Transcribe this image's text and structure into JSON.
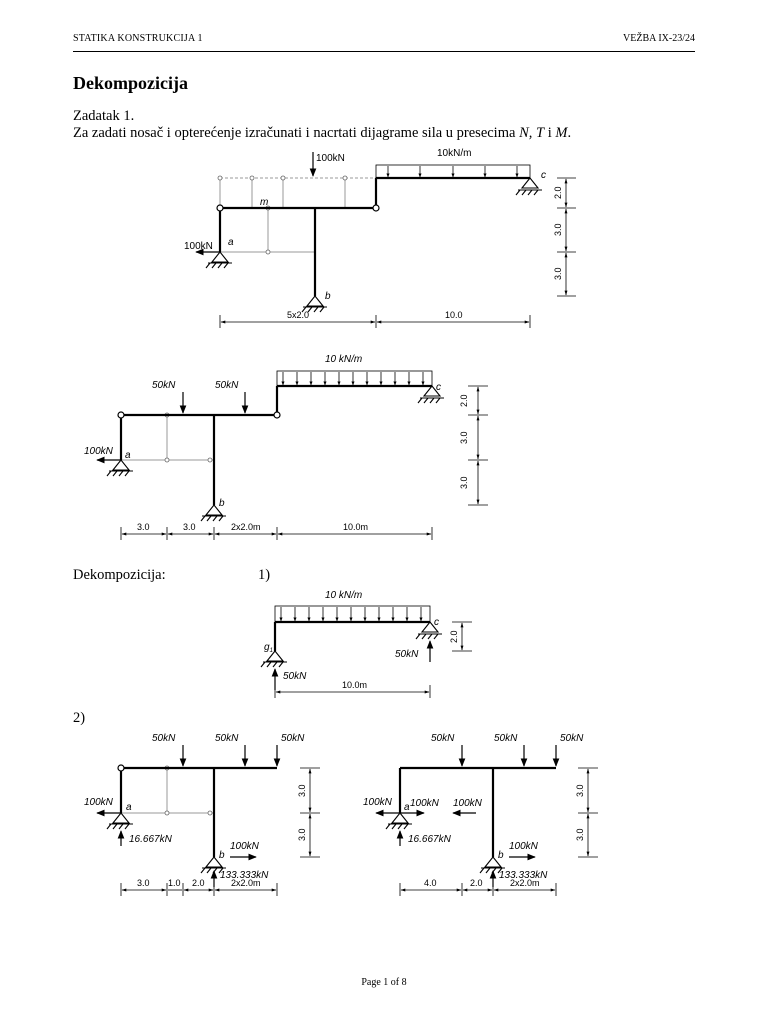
{
  "header": {
    "course": "STATIKA KONSTRUKCIJA 1",
    "exercise": "VEŽBA IX-23/24"
  },
  "title": "Dekompozicija",
  "task": {
    "number": "Zadatak 1.",
    "text_before": "Za zadati nosač i opterećenje izračunati i nacrtati dijagrame sila u presecima ",
    "n": "N,",
    "t": "T",
    "conj": " i ",
    "m": "M",
    "dot": "."
  },
  "figure1": {
    "load_point": "100kN",
    "load_distributed": "10kN/m",
    "load_horizontal": "100kN",
    "support_a": "a",
    "support_b": "b",
    "support_c": "c",
    "node_m": "m",
    "dim_h1": "5x2.0",
    "dim_h2": "10.0",
    "dim_v1": "2.0",
    "dim_v2": "3.0",
    "dim_v3": "3.0"
  },
  "figure2": {
    "load_distributed": "10 kN/m",
    "load_p1": "50kN",
    "load_p2": "50kN",
    "load_horizontal": "100kN",
    "support_a": "a",
    "support_b": "b",
    "support_c": "c",
    "dim_h1": "3.0",
    "dim_h2": "3.0",
    "dim_h3": "2x2.0m",
    "dim_h4": "10.0m",
    "dim_v1": "2.0",
    "dim_v2": "3.0",
    "dim_v3": "3.0"
  },
  "decomposition": {
    "label": "Dekompozicija:",
    "step1": "1)",
    "step2": "2)"
  },
  "figure3": {
    "load_distributed": "10 kN/m",
    "support_g": "g",
    "support_g_sub": "1",
    "support_c": "c",
    "reaction_c": "50kN",
    "reaction_g": "50kN",
    "dim_h": "10.0m",
    "dim_v": "2.0"
  },
  "figure4": {
    "load_p1": "50kN",
    "load_p2": "50kN",
    "load_p3": "50kN",
    "load_horizontal": "100kN",
    "support_a": "a",
    "support_b": "b",
    "reaction_a": "16.667kN",
    "reaction_b_h": "100kN",
    "reaction_b_v": "133.333kN",
    "dim_h1": "3.0",
    "dim_h2": "1.0",
    "dim_h3": "2.0",
    "dim_h4": "2x2.0m",
    "dim_v1": "3.0",
    "dim_v2": "3.0"
  },
  "figure5": {
    "load_p1": "50kN",
    "load_p2": "50kN",
    "load_p3": "50kN",
    "load_horizontal": "100kN",
    "internal_left": "100kN",
    "internal_right": "100kN",
    "support_a": "a",
    "support_b": "b",
    "reaction_a": "16.667kN",
    "reaction_b_h": "100kN",
    "reaction_b_v": "133.333kN",
    "dim_h1": "4.0",
    "dim_h2": "2.0",
    "dim_h3": "2x2.0m",
    "dim_v1": "3.0",
    "dim_v2": "3.0"
  },
  "footer": "Page 1 of 8"
}
